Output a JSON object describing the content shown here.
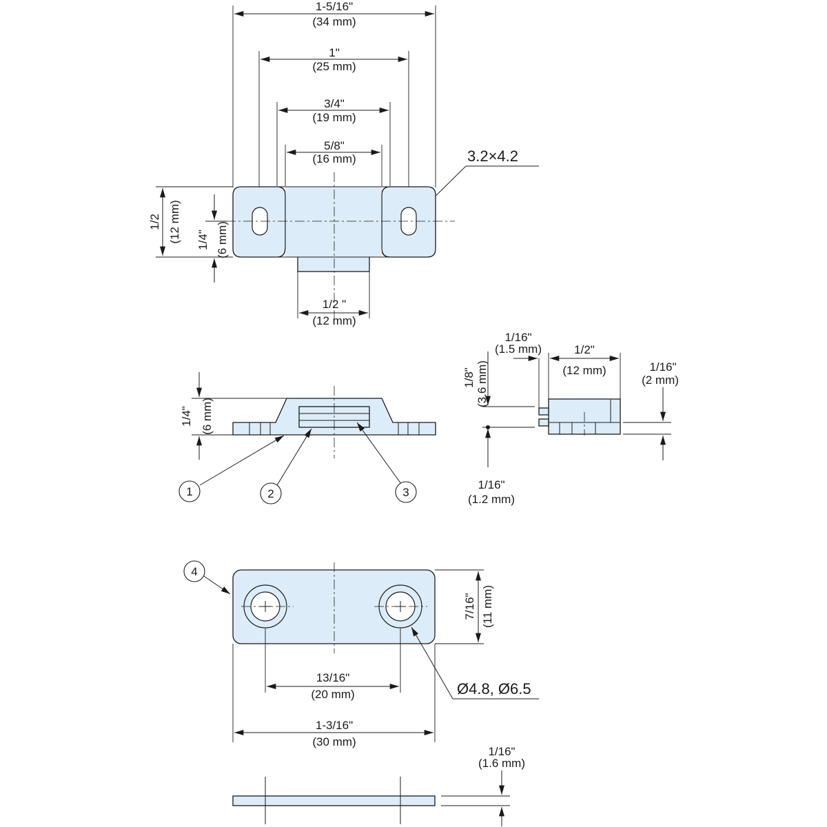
{
  "top_view": {
    "overall_width": {
      "imperial": "1-5/16\"",
      "metric": "(34 mm)"
    },
    "hole_spacing": {
      "imperial": "1\"",
      "metric": "(25 mm)"
    },
    "inner_width": {
      "imperial": "3/4\"",
      "metric": "(19 mm)"
    },
    "center_width": {
      "imperial": "5/8\"",
      "metric": "(16 mm)"
    },
    "slot_size": "3.2×4.2",
    "height": {
      "imperial": "1/2",
      "metric": "(12 mm)"
    },
    "half_height": {
      "imperial": "1/4\"",
      "metric": "(6 mm)"
    },
    "boss_width": {
      "imperial": "1/2 \"",
      "metric": "(12 mm)"
    }
  },
  "front_view": {
    "height": {
      "imperial": "1/4\"",
      "metric": "(6 mm)"
    },
    "callouts": [
      "1",
      "2",
      "3"
    ]
  },
  "side_view": {
    "gap": {
      "imperial": "1/16\"",
      "metric": "(1.5 mm)"
    },
    "depth": {
      "imperial": "1/2\"",
      "metric": "(12 mm)"
    },
    "height": {
      "imperial": "1/8\"",
      "metric": "(3.6 mm)"
    },
    "offset": {
      "imperial": "1/16\"",
      "metric": "(2 mm)"
    },
    "base": {
      "imperial": "1/16\"",
      "metric": "(1.2 mm)"
    }
  },
  "strike_plate": {
    "callout": "4",
    "hole_spacing": {
      "imperial": "13/16\"",
      "metric": "(20 mm)"
    },
    "overall_width": {
      "imperial": "1-3/16\"",
      "metric": "(30 mm)"
    },
    "height": {
      "imperial": "7/16\"",
      "metric": "(11 mm)"
    },
    "hole_size": "Ø4.8, Ø6.5",
    "thickness": {
      "imperial": "1/16\"",
      "metric": "(1.6 mm)"
    }
  }
}
